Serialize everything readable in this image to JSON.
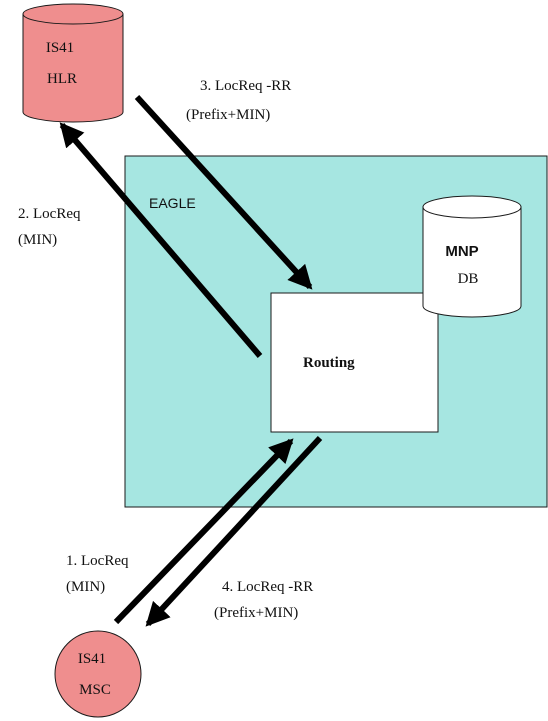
{
  "colors": {
    "eagle_fill": "#a6e6e1",
    "node_red": "#ef8e8e",
    "node_white": "#ffffff",
    "stroke": "#1a1a1a",
    "arrow": "#000000"
  },
  "hlr": {
    "line1": "IS41",
    "line2": "HLR"
  },
  "msc": {
    "line1": "IS41",
    "line2": "MSC"
  },
  "eagle": {
    "label": "EAGLE"
  },
  "mnp_db": {
    "line1": "MNP",
    "line2": "DB"
  },
  "routing": {
    "label": "Routing"
  },
  "messages": {
    "m1": {
      "line1": "1. LocReq",
      "line2": "(MIN)"
    },
    "m2": {
      "line1": "2. LocReq",
      "line2": "(MIN)"
    },
    "m3": {
      "line1": "3. LocReq -RR",
      "line2": "(Prefix+MIN)"
    },
    "m4": {
      "line1": "4. LocReq -RR",
      "line2": "(Prefix+MIN)"
    }
  }
}
